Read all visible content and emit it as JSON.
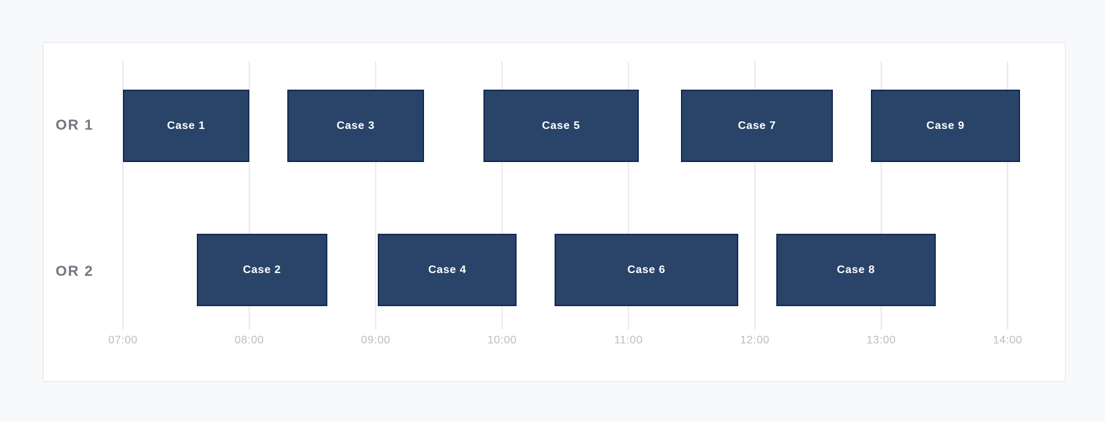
{
  "page": {
    "background_color": "#f8f9fa"
  },
  "chart": {
    "panel_background": "#ffffff",
    "panel_border_color": "#e2e5e9",
    "gridline_color": "#eaebee",
    "bar_fill_color": "#294468",
    "bar_border_color": "#152c52",
    "bar_text_color": "#ffffff",
    "row_label_color": "#72767e",
    "axis_label_color": "#b9bdc5"
  },
  "chart_data": {
    "type": "bar",
    "subtype": "gantt-schedule",
    "title": "",
    "xlabel": "",
    "ylabel": "",
    "x_axis": {
      "ticks": [
        "07:00",
        "08:00",
        "09:00",
        "10:00",
        "11:00",
        "12:00",
        "13:00",
        "14:00"
      ],
      "min": "07:00",
      "max": "14:30",
      "grid": true
    },
    "rows": [
      {
        "label": "OR 1",
        "cases": [
          {
            "label": "Case 1",
            "start": "07:00",
            "end": "08:00"
          },
          {
            "label": "Case 3",
            "start": "08:18",
            "end": "09:23"
          },
          {
            "label": "Case 5",
            "start": "09:51",
            "end": "11:05"
          },
          {
            "label": "Case 7",
            "start": "11:25",
            "end": "12:37"
          },
          {
            "label": "Case 9",
            "start": "12:55",
            "end": "14:06"
          }
        ]
      },
      {
        "label": "OR 2",
        "cases": [
          {
            "label": "Case 2",
            "start": "07:35",
            "end": "08:37"
          },
          {
            "label": "Case 4",
            "start": "09:01",
            "end": "10:07"
          },
          {
            "label": "Case 6",
            "start": "10:25",
            "end": "11:52"
          },
          {
            "label": "Case 8",
            "start": "12:10",
            "end": "13:26"
          }
        ]
      }
    ]
  }
}
